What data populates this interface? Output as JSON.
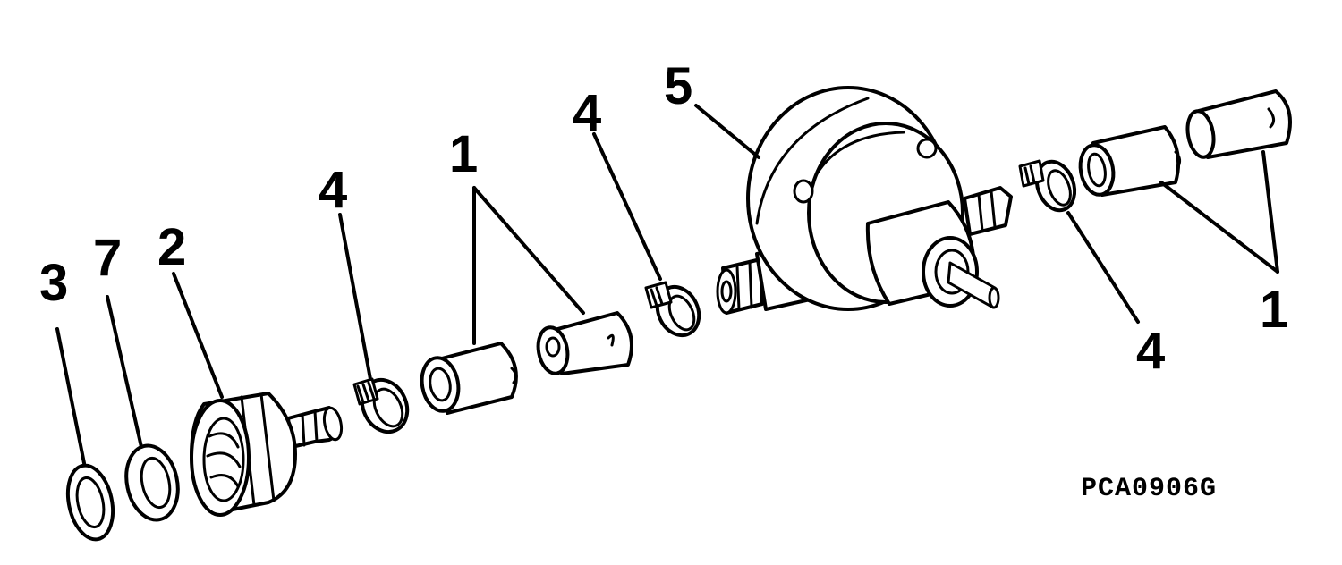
{
  "callouts": {
    "part_3": "3",
    "part_7": "7",
    "part_2": "2",
    "part_4_left": "4",
    "part_1_left": "1",
    "part_4_middle": "4",
    "part_5": "5",
    "part_4_right": "4",
    "part_1_right": "1"
  },
  "figure_code": "PCA0906G"
}
